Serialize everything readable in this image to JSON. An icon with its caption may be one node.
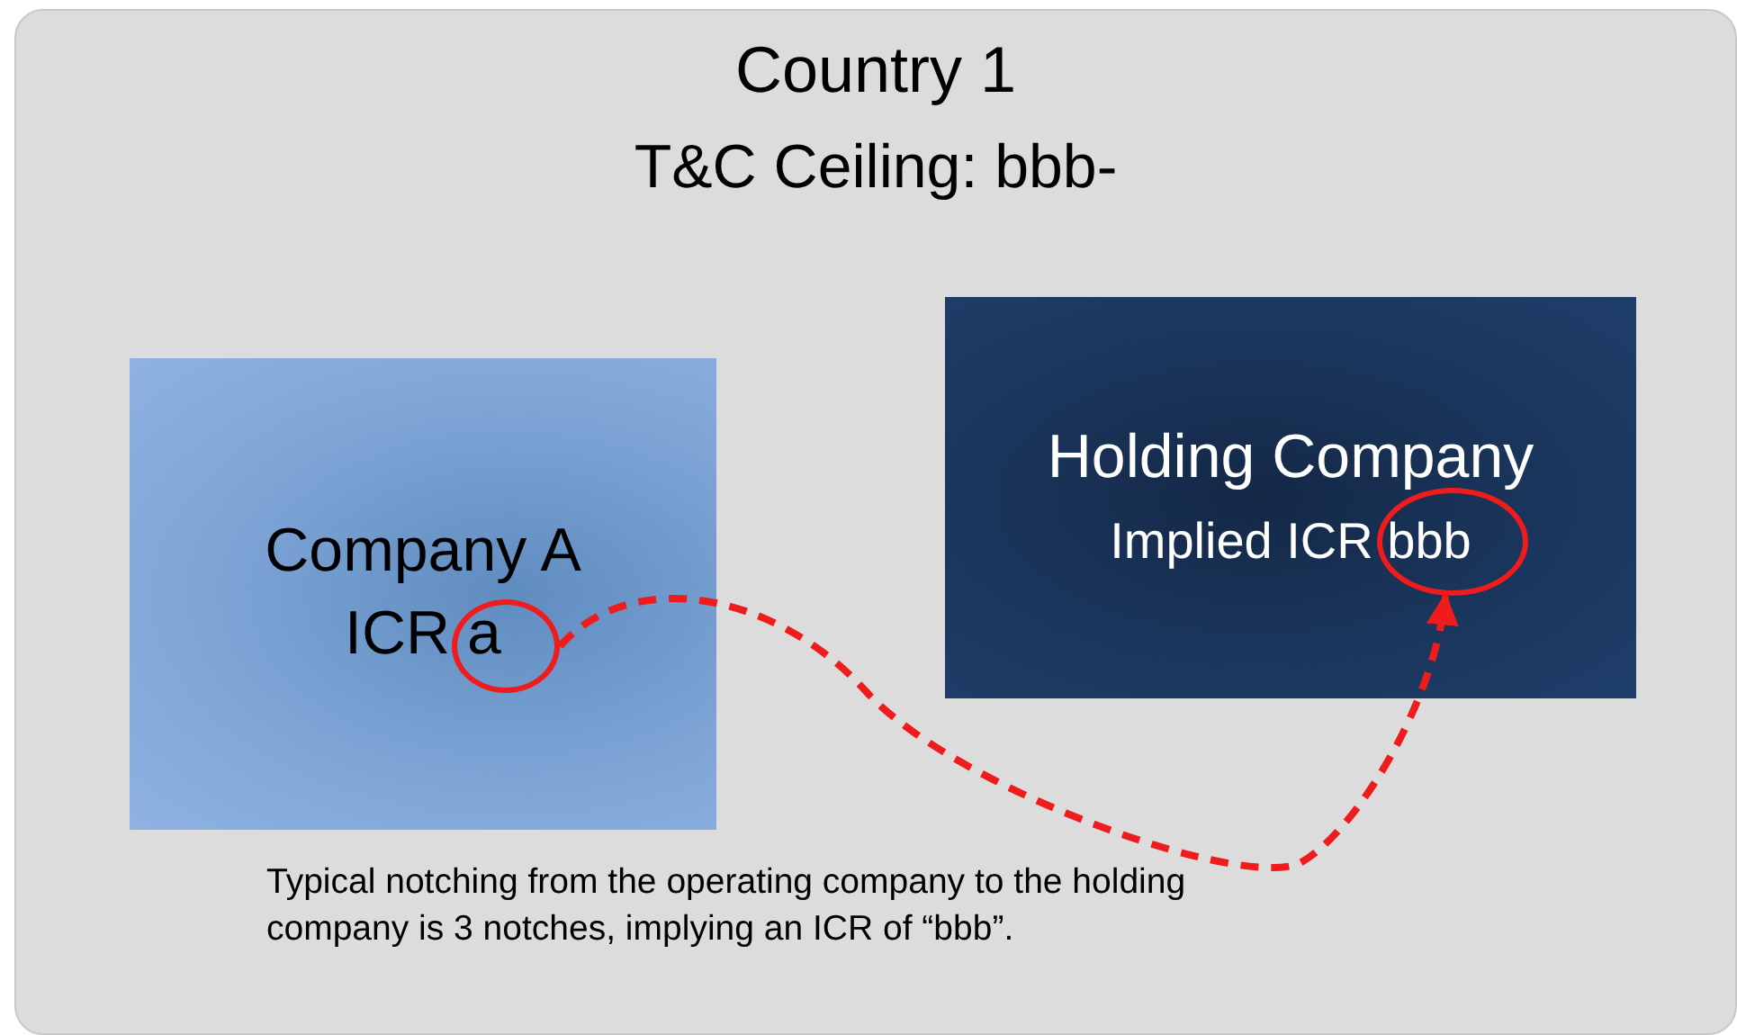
{
  "diagram": {
    "nodes": [
      {
        "text": [
          "Country 1",
          "T&C Ceiling: bbb-"
        ]
      },
      {
        "text": [
          "Company A",
          "ICR a"
        ],
        "in": 0
      },
      {
        "text": [],
        "shape": "circle",
        "in": 1
      },
      {
        "text": [
          "Holding Company",
          "Implied ICR bbb"
        ],
        "in": 0
      },
      {
        "text": [],
        "shape": "circle",
        "in": 3
      }
    ],
    "edges": [
      {
        "from": 2,
        "to": 4,
        "arrow": "to",
        "style": "dashed",
        "color": "#ee1c1c"
      }
    ],
    "labels": [
      "Typical notching from the operating company to the holding company is 3 notches, implying an ICR of “bbb”."
    ]
  }
}
